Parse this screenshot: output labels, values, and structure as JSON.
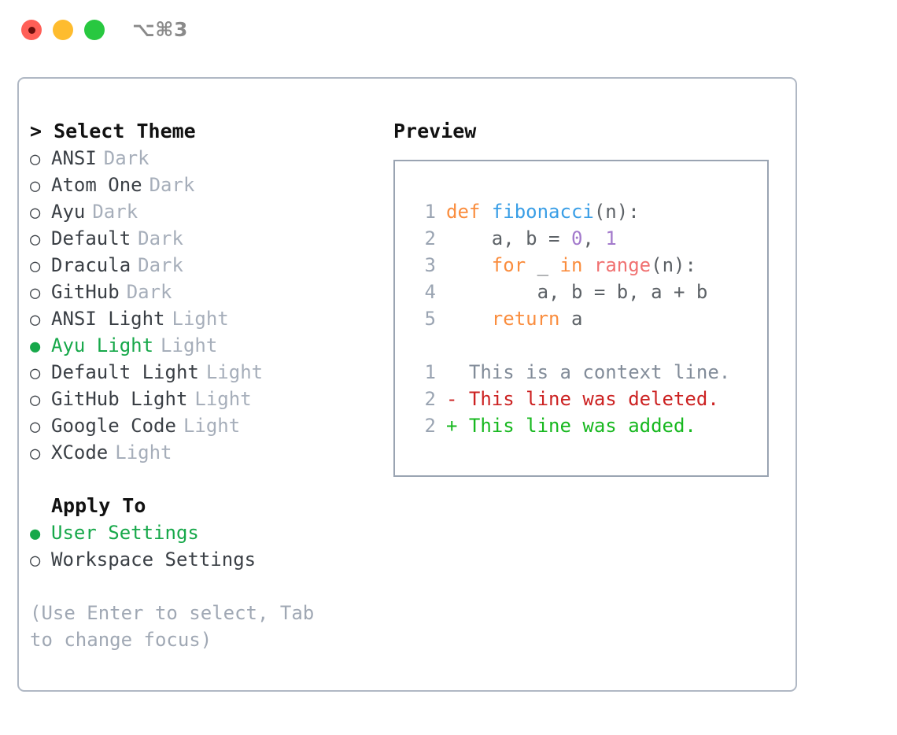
{
  "window": {
    "shortcut": "⌥⌘3",
    "traffic_lights": [
      {
        "name": "close",
        "color": "#ff5f57"
      },
      {
        "name": "minimize",
        "color": "#febc2e"
      },
      {
        "name": "maximize",
        "color": "#28c840"
      }
    ]
  },
  "accent_color": "#17a84a",
  "left": {
    "title": "> Select Theme",
    "themes": [
      {
        "marker": "○",
        "name": "ANSI",
        "variant": "Dark",
        "selected": false
      },
      {
        "marker": "○",
        "name": "Atom One",
        "variant": "Dark",
        "selected": false
      },
      {
        "marker": "○",
        "name": "Ayu",
        "variant": "Dark",
        "selected": false
      },
      {
        "marker": "○",
        "name": "Default",
        "variant": "Dark",
        "selected": false
      },
      {
        "marker": "○",
        "name": "Dracula",
        "variant": "Dark",
        "selected": false
      },
      {
        "marker": "○",
        "name": "GitHub",
        "variant": "Dark",
        "selected": false
      },
      {
        "marker": "○",
        "name": "ANSI Light",
        "variant": "Light",
        "selected": false
      },
      {
        "marker": "●",
        "name": "Ayu Light",
        "variant": "Light",
        "selected": true
      },
      {
        "marker": "○",
        "name": "Default Light",
        "variant": "Light",
        "selected": false
      },
      {
        "marker": "○",
        "name": "GitHub Light",
        "variant": "Light",
        "selected": false
      },
      {
        "marker": "○",
        "name": "Google Code",
        "variant": "Light",
        "selected": false
      },
      {
        "marker": "○",
        "name": "XCode",
        "variant": "Light",
        "selected": false
      }
    ],
    "apply_to_title": "Apply To",
    "apply_to": [
      {
        "marker": "●",
        "name": "User Settings",
        "selected": true
      },
      {
        "marker": "○",
        "name": "Workspace Settings",
        "selected": false
      }
    ],
    "hint": "(Use Enter to select, Tab to change focus)"
  },
  "right": {
    "title": "Preview",
    "code_lines": [
      {
        "num": "1",
        "tokens": [
          {
            "t": "def",
            "c": "kw"
          },
          {
            "t": " ",
            "c": "txt"
          },
          {
            "t": "fibonacci",
            "c": "fn"
          },
          {
            "t": "(n):",
            "c": "txt"
          }
        ]
      },
      {
        "num": "2",
        "tokens": [
          {
            "t": "    a, b = ",
            "c": "txt"
          },
          {
            "t": "0",
            "c": "num"
          },
          {
            "t": ", ",
            "c": "txt"
          },
          {
            "t": "1",
            "c": "num"
          }
        ]
      },
      {
        "num": "3",
        "tokens": [
          {
            "t": "    ",
            "c": "txt"
          },
          {
            "t": "for",
            "c": "kw"
          },
          {
            "t": " _ ",
            "c": "txt"
          },
          {
            "t": "in",
            "c": "kw"
          },
          {
            "t": " ",
            "c": "txt"
          },
          {
            "t": "range",
            "c": "call"
          },
          {
            "t": "(n):",
            "c": "txt"
          }
        ]
      },
      {
        "num": "4",
        "tokens": [
          {
            "t": "        a, b = b, a + b",
            "c": "txt"
          }
        ]
      },
      {
        "num": "5",
        "tokens": [
          {
            "t": "    ",
            "c": "txt"
          },
          {
            "t": "return",
            "c": "kw"
          },
          {
            "t": " a",
            "c": "txt"
          }
        ]
      }
    ],
    "diff_lines": [
      {
        "num": "1",
        "text": "  This is a context line.",
        "kind": "ctx"
      },
      {
        "num": "2",
        "text": "- This line was deleted.",
        "kind": "del"
      },
      {
        "num": "2",
        "text": "+ This line was added.",
        "kind": "add"
      }
    ]
  }
}
